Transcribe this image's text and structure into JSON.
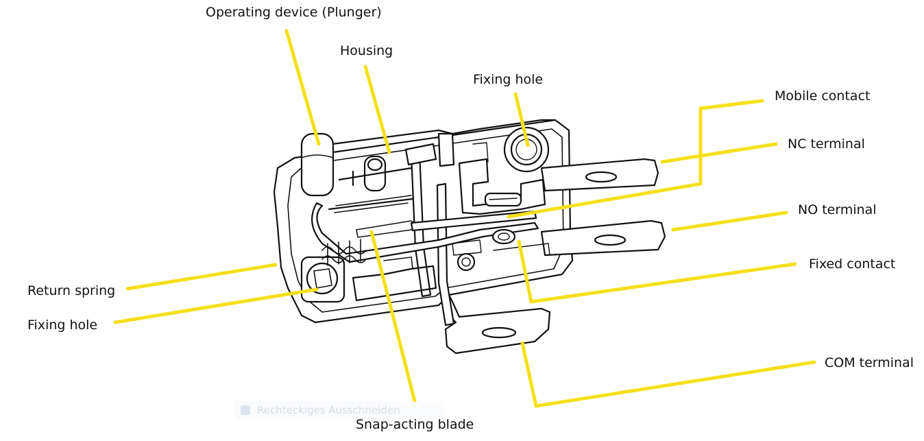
{
  "labels": {
    "plunger": "Operating device (Plunger)",
    "housing": "Housing",
    "fixing_hole_top": "Fixing hole",
    "mobile_contact": "Mobile contact",
    "nc_terminal": "NC terminal",
    "no_terminal": "NO terminal",
    "fixed_contact": "Fixed contact",
    "com_terminal": "COM terminal",
    "return_spring": "Return spring",
    "fixing_hole_left": "Fixing hole",
    "snap_blade": "Snap-acting blade"
  },
  "overlay": {
    "text": "Rechteckiges Ausschneiden",
    "icon": "selection-icon"
  },
  "colors": {
    "leader": "#f5df1b",
    "outline": "#111111",
    "text": "#111111"
  }
}
